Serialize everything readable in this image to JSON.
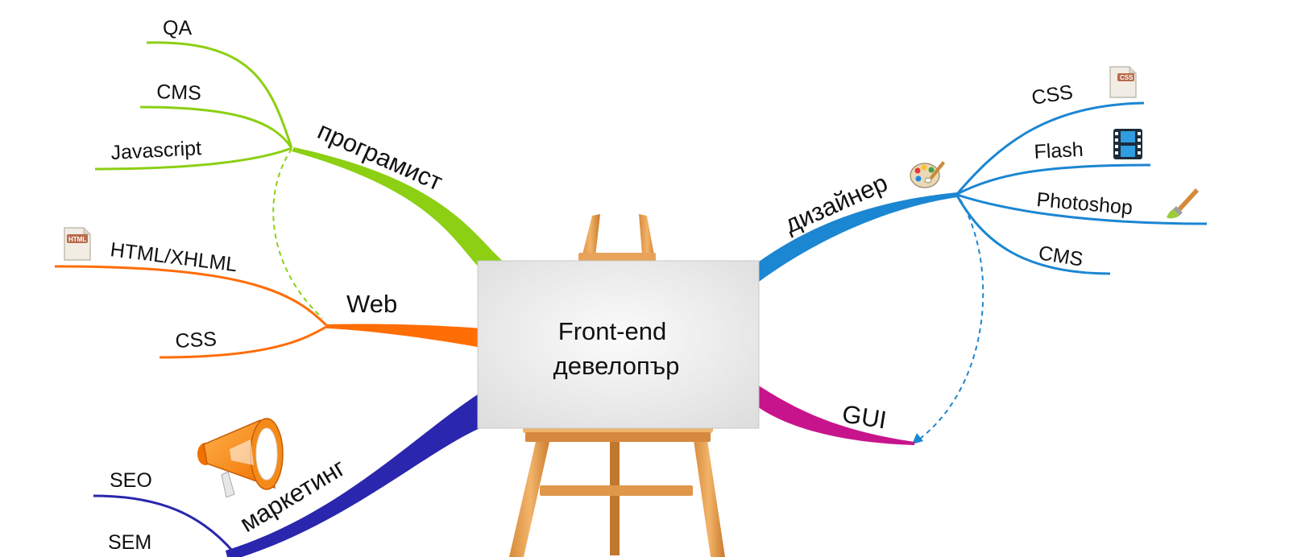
{
  "center": {
    "line1": "Front-end",
    "line2": "девелопър"
  },
  "branches": {
    "programmer": {
      "label": "програмист",
      "color": "#8CCF13",
      "leaves": [
        "QA",
        "CMS",
        "Javascript"
      ]
    },
    "web": {
      "label": "Web",
      "color": "#FF6D05",
      "leaves": [
        "HTML/XHLML",
        "CSS"
      ]
    },
    "marketing": {
      "label": "маркетинг",
      "color": "#2A26AD",
      "leaves": [
        "SEO",
        "SEM"
      ]
    },
    "designer": {
      "label": "дизайнер",
      "color": "#1B86D2",
      "leaves": [
        "CSS",
        "Flash",
        "Photoshop",
        "CMS"
      ]
    },
    "gui": {
      "label": "GUI",
      "color": "#C8148C"
    }
  },
  "icons": {
    "html_badge": "HTML",
    "css_badge": "CSS",
    "designer_icon": "palette-icon",
    "flash_icon": "film-icon",
    "photoshop_icon": "paintbrush-icon",
    "marketing_icon": "megaphone-icon",
    "easel": "easel-icon"
  }
}
